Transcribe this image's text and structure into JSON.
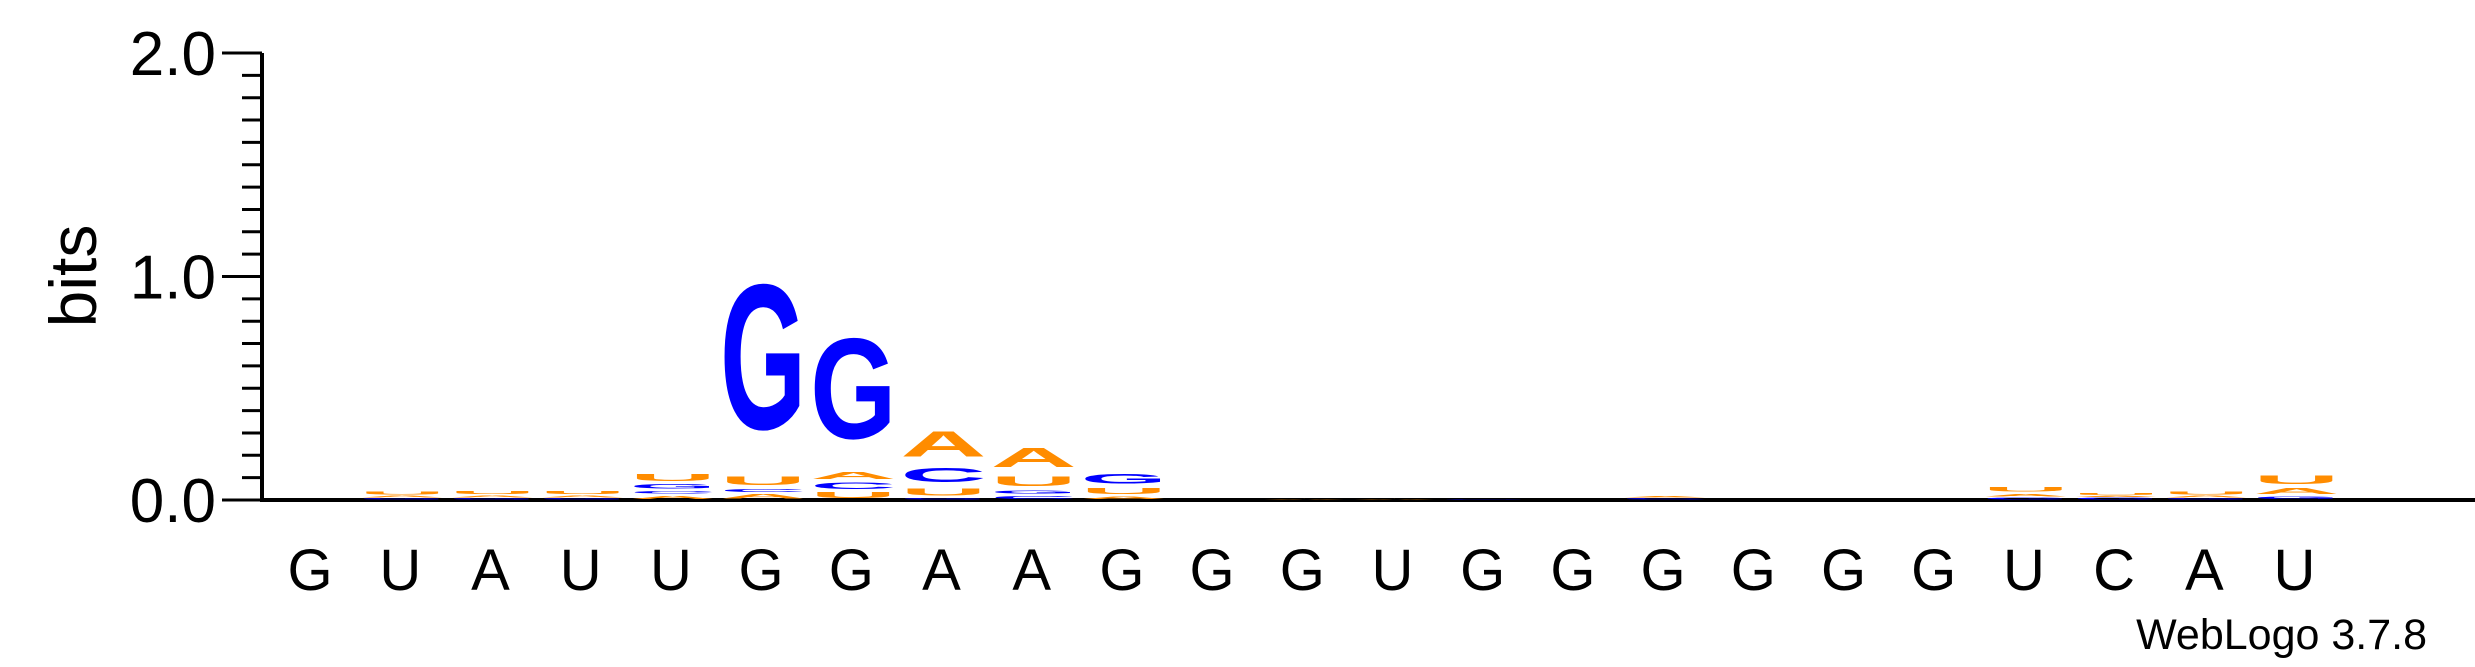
{
  "chart_data": {
    "type": "sequence-logo",
    "ylabel": "bits",
    "ylim": [
      0,
      2.0
    ],
    "yticks": [
      "0.0",
      "1.0",
      "2.0"
    ],
    "minor_tick_step": 0.1,
    "colors": {
      "G": "#0000ff",
      "C": "#0000ff",
      "A": "#ff8c00",
      "U": "#ff8c00"
    },
    "positions": [
      {
        "label": "G",
        "stack": []
      },
      {
        "label": "U",
        "stack": [
          {
            "base": "G",
            "bits": 0.008
          },
          {
            "base": "A",
            "bits": 0.012
          },
          {
            "base": "U",
            "bits": 0.025
          }
        ]
      },
      {
        "label": "A",
        "stack": [
          {
            "base": "G",
            "bits": 0.008
          },
          {
            "base": "A",
            "bits": 0.015
          },
          {
            "base": "U",
            "bits": 0.025
          }
        ]
      },
      {
        "label": "U",
        "stack": [
          {
            "base": "G",
            "bits": 0.008
          },
          {
            "base": "A",
            "bits": 0.015
          },
          {
            "base": "U",
            "bits": 0.025
          }
        ]
      },
      {
        "label": "U",
        "stack": [
          {
            "base": "A",
            "bits": 0.025
          },
          {
            "base": "C",
            "bits": 0.02
          },
          {
            "base": "G",
            "bits": 0.03
          },
          {
            "base": "U",
            "bits": 0.05
          }
        ]
      },
      {
        "label": "G",
        "stack": [
          {
            "base": "A",
            "bits": 0.03
          },
          {
            "base": "C",
            "bits": 0.025
          },
          {
            "base": "U",
            "bits": 0.06
          },
          {
            "base": "G",
            "bits": 1.04
          }
        ]
      },
      {
        "label": "G",
        "stack": [
          {
            "base": "U",
            "bits": 0.04
          },
          {
            "base": "C",
            "bits": 0.045
          },
          {
            "base": "A",
            "bits": 0.05
          },
          {
            "base": "G",
            "bits": 0.72
          }
        ]
      },
      {
        "label": "A",
        "stack": [
          {
            "base": "G",
            "bits": 0.01
          },
          {
            "base": "U",
            "bits": 0.05
          },
          {
            "base": "C",
            "bits": 0.1
          },
          {
            "base": "A",
            "bits": 0.18
          }
        ]
      },
      {
        "label": "A",
        "stack": [
          {
            "base": "C",
            "bits": 0.025
          },
          {
            "base": "G",
            "bits": 0.025
          },
          {
            "base": "U",
            "bits": 0.07
          },
          {
            "base": "A",
            "bits": 0.14
          }
        ]
      },
      {
        "label": "G",
        "stack": [
          {
            "base": "A",
            "bits": 0.02
          },
          {
            "base": "U",
            "bits": 0.04
          },
          {
            "base": "G",
            "bits": 0.07
          }
        ]
      },
      {
        "label": "G",
        "stack": []
      },
      {
        "label": "G",
        "stack": [
          {
            "base": "A",
            "bits": 0.006
          }
        ]
      },
      {
        "label": "U",
        "stack": [
          {
            "base": "A",
            "bits": 0.006
          }
        ]
      },
      {
        "label": "G",
        "stack": [
          {
            "base": "G",
            "bits": 0.006
          }
        ]
      },
      {
        "label": "G",
        "stack": []
      },
      {
        "label": "G",
        "stack": [
          {
            "base": "C",
            "bits": 0.01
          },
          {
            "base": "A",
            "bits": 0.008
          }
        ]
      },
      {
        "label": "G",
        "stack": []
      },
      {
        "label": "G",
        "stack": []
      },
      {
        "label": "G",
        "stack": []
      },
      {
        "label": "U",
        "stack": [
          {
            "base": "G",
            "bits": 0.012
          },
          {
            "base": "A",
            "bits": 0.02
          },
          {
            "base": "U",
            "bits": 0.03
          }
        ]
      },
      {
        "label": "C",
        "stack": [
          {
            "base": "G",
            "bits": 0.012
          },
          {
            "base": "A",
            "bits": 0.008
          },
          {
            "base": "U",
            "bits": 0.015
          }
        ]
      },
      {
        "label": "A",
        "stack": [
          {
            "base": "G",
            "bits": 0.008
          },
          {
            "base": "A",
            "bits": 0.012
          },
          {
            "base": "U",
            "bits": 0.025
          }
        ]
      },
      {
        "label": "U",
        "stack": [
          {
            "base": "G",
            "bits": 0.02
          },
          {
            "base": "A",
            "bits": 0.04
          },
          {
            "base": "U",
            "bits": 0.06
          }
        ]
      }
    ]
  },
  "footer": {
    "version": "WebLogo 3.7.8"
  }
}
